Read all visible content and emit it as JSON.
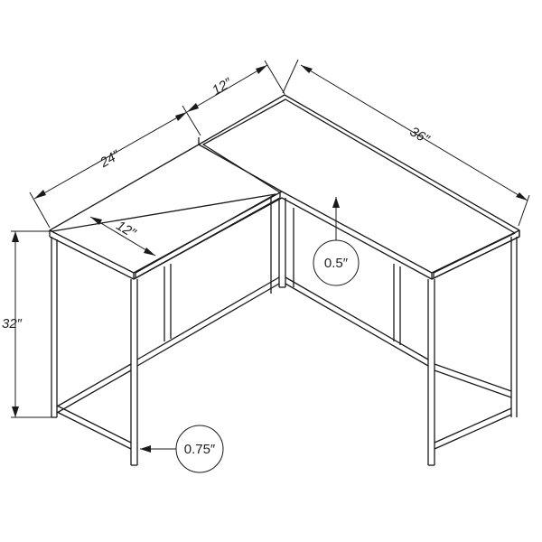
{
  "dimensions": {
    "depth_left": "24″",
    "depth_connector": "12″",
    "width_right": "36″",
    "inner_depth": "12″",
    "height": "32″",
    "top_thickness": "0.5″",
    "leg_thickness": "0.75″"
  }
}
